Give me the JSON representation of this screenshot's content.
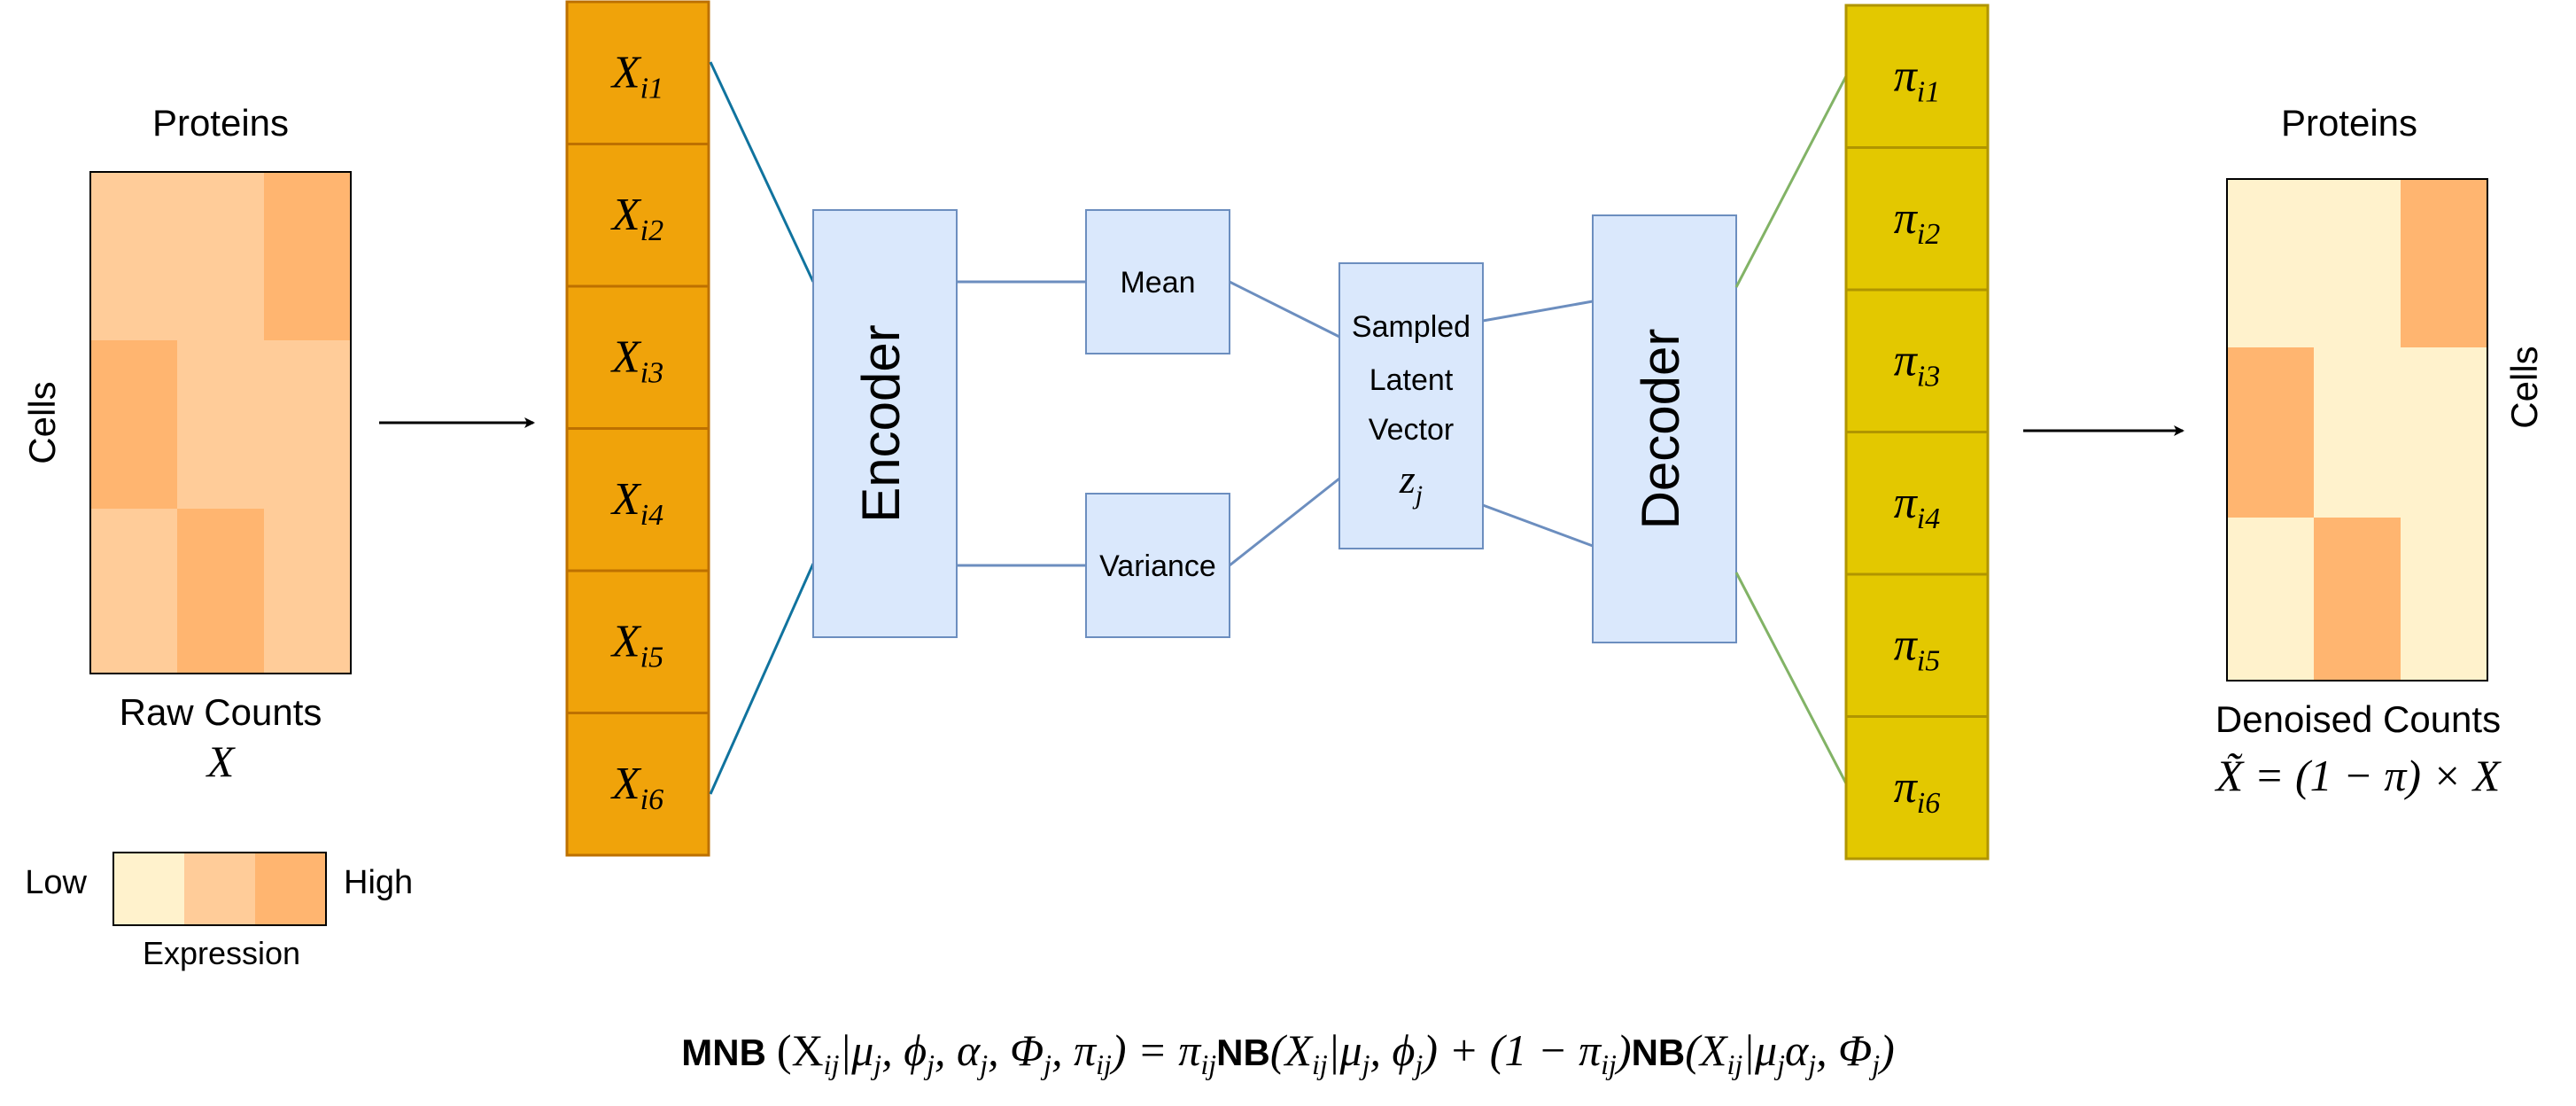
{
  "left_matrix": {
    "top_label": "Proteins",
    "side_label": "Cells",
    "caption": "Raw Counts",
    "symbol": "X"
  },
  "right_matrix": {
    "top_label": "Proteins",
    "side_label": "Cells",
    "caption": "Denoised Counts",
    "formula": "X̃ = (1 − π) × X"
  },
  "legend": {
    "low_label": "Low",
    "high_label": "High",
    "caption": "Expression"
  },
  "input_nodes": [
    {
      "base": "X",
      "sub": "i1"
    },
    {
      "base": "X",
      "sub": "i2"
    },
    {
      "base": "X",
      "sub": "i3"
    },
    {
      "base": "X",
      "sub": "i4"
    },
    {
      "base": "X",
      "sub": "i5"
    },
    {
      "base": "X",
      "sub": "i6"
    }
  ],
  "output_nodes": [
    {
      "base": "π",
      "sub": "i1"
    },
    {
      "base": "π",
      "sub": "i2"
    },
    {
      "base": "π",
      "sub": "i3"
    },
    {
      "base": "π",
      "sub": "i4"
    },
    {
      "base": "π",
      "sub": "i5"
    },
    {
      "base": "π",
      "sub": "i6"
    }
  ],
  "encoder_label": "Encoder",
  "decoder_label": "Decoder",
  "mean_label": "Mean",
  "variance_label": "Variance",
  "latent": {
    "line1": "Sampled",
    "line2": "Latent",
    "line3": "Vector",
    "symbol_base": "z",
    "symbol_sub": "j"
  },
  "equation": {
    "lhs_name": "MNB",
    "lhs_args": "(X",
    "lhs_args_sub": "ij",
    "lhs_args_rest": "|μ",
    "lhs_j1": "j",
    "lhs_phi": ", ϕ",
    "lhs_j2": "j",
    "lhs_alpha": ", α",
    "lhs_j3": "j",
    "lhs_Phi": ", Φ",
    "lhs_j4": "j",
    "lhs_pi": ", π",
    "lhs_ij": "ij",
    "lhs_close": ") = π",
    "rhs_ij1": "ij",
    "nb1": "NB",
    "t1_open": "(X",
    "t1_ij": "ij",
    "t1_mu": "|μ",
    "t1_j1": "j",
    "t1_phi": ", ϕ",
    "t1_j2": "j",
    "t1_close": ") + (1 − π",
    "t2_ij": "ij",
    "t2_close": ")",
    "nb2": "NB",
    "t3_open": "(X",
    "t3_ij": "ij",
    "t3_mu": "|μ",
    "t3_j1": "j",
    "t3_alpha": "α",
    "t3_j2": "j",
    "t3_Phi": ", Φ",
    "t3_j3": "j",
    "t3_close": ")"
  },
  "colors": {
    "low": "#fff2cc",
    "mid": "#ffcc99",
    "high": "#ffb570",
    "input_node": "#f0a30a",
    "input_stroke": "#bd7000",
    "output_node": "#e3c800",
    "output_stroke": "#b09500",
    "box_fill": "#dae8fc",
    "box_stroke": "#6c8ebf",
    "encoder_link": "#10739e",
    "decoder_link": "#82b366"
  }
}
